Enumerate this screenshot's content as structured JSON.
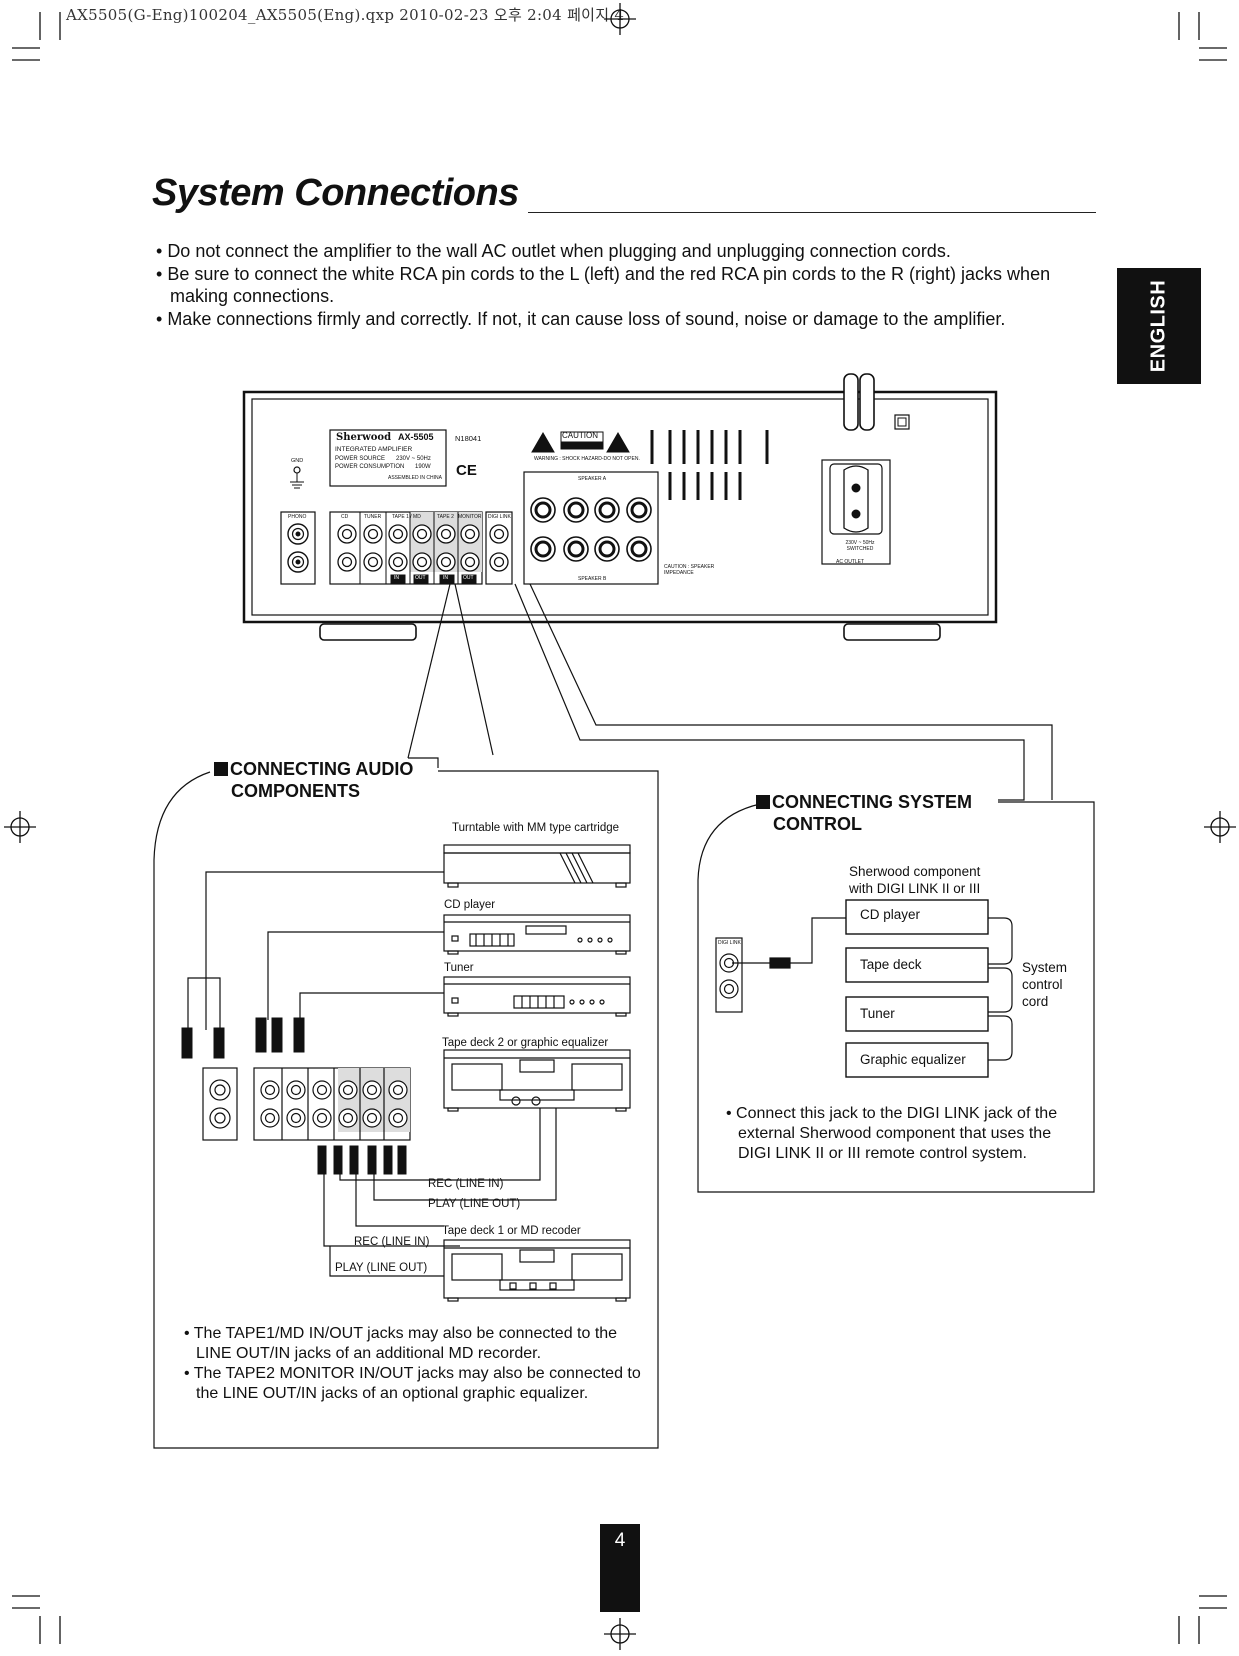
{
  "header": {
    "file_line": "AX5505(G-Eng)100204_AX5505(Eng).qxp  2010-02-23  오후 2:04  페이지 4"
  },
  "title": "System Connections",
  "intro_bullets": [
    "Do not connect the amplifier to the wall AC outlet when plugging and unplugging connection cords.",
    "Be sure to connect the white RCA pin cords to the L (left) and the red RCA pin cords to the R (right) jacks when making connections.",
    "Make connections firmly and correctly. If not, it can cause loss of sound, noise or damage to the amplifier."
  ],
  "language_tab": "ENGLISH",
  "amplifier_panel": {
    "brand": "Sherwood",
    "model": "AX-5505",
    "type": "INTEGRATED AMPLIFIER",
    "power_source_label": "POWER SOURCE",
    "power_source_value": "230V ~ 50Hz",
    "power_consumption_label": "POWER CONSUMPTION",
    "power_consumption_value": "190W",
    "made_in": "ASSEMBLED IN CHINA",
    "cert": "N18041",
    "caution": "CAUTION",
    "warning_text": "WARNING : SHOCK HAZARD-DO NOT OPEN.",
    "ground": "GND",
    "inputs": [
      "PHONO",
      "CD",
      "TUNER",
      "TAPE 1 / MD",
      "TAPE 2",
      "MONITOR",
      "DIGI LINK"
    ],
    "io_labels": [
      "IN",
      "OUT",
      "IN",
      "OUT"
    ],
    "speaker_a": "SPEAKER A",
    "speaker_b": "SPEAKER B",
    "speaker_caution": "CAUTION : SPEAKER IMPEDANCE",
    "ac_outlet": "AC OUTLET",
    "switched": "230V ~ 50Hz SWITCHED"
  },
  "audio_box": {
    "heading_line1": "CONNECTING AUDIO",
    "heading_line2": "COMPONENTS",
    "devices": {
      "turntable": "Turntable with MM type cartridge",
      "cd": "CD player",
      "tuner": "Tuner",
      "tape2": "Tape deck 2 or graphic equalizer",
      "tape1": "Tape deck 1 or MD recoder"
    },
    "cable_labels": {
      "rec_upper": "REC (LINE IN)",
      "play_upper": "PLAY (LINE OUT)",
      "rec_lower": "REC (LINE IN)",
      "play_lower": "PLAY (LINE OUT)"
    },
    "notes": [
      "The TAPE1/MD IN/OUT jacks may also be connected to the LINE OUT/IN jacks of an additional MD recorder.",
      "The TAPE2 MONITOR IN/OUT jacks may also be connected to the LINE OUT/IN jacks of an optional graphic equalizer."
    ]
  },
  "system_box": {
    "heading_line1": "CONNECTING SYSTEM",
    "heading_line2": "CONTROL",
    "component_caption_line1": "Sherwood component",
    "component_caption_line2": "with DIGI LINK II or III",
    "components": [
      "CD player",
      "Tape deck",
      "Tuner",
      "Graphic equalizer"
    ],
    "cord_label_line1": "System",
    "cord_label_line2": "control",
    "cord_label_line3": "cord",
    "jack_label": "DIGI LINK",
    "note": "Connect this jack to the DIGI LINK jack of the external Sherwood component that uses the DIGI LINK II or III remote control system."
  },
  "page_number": "4"
}
